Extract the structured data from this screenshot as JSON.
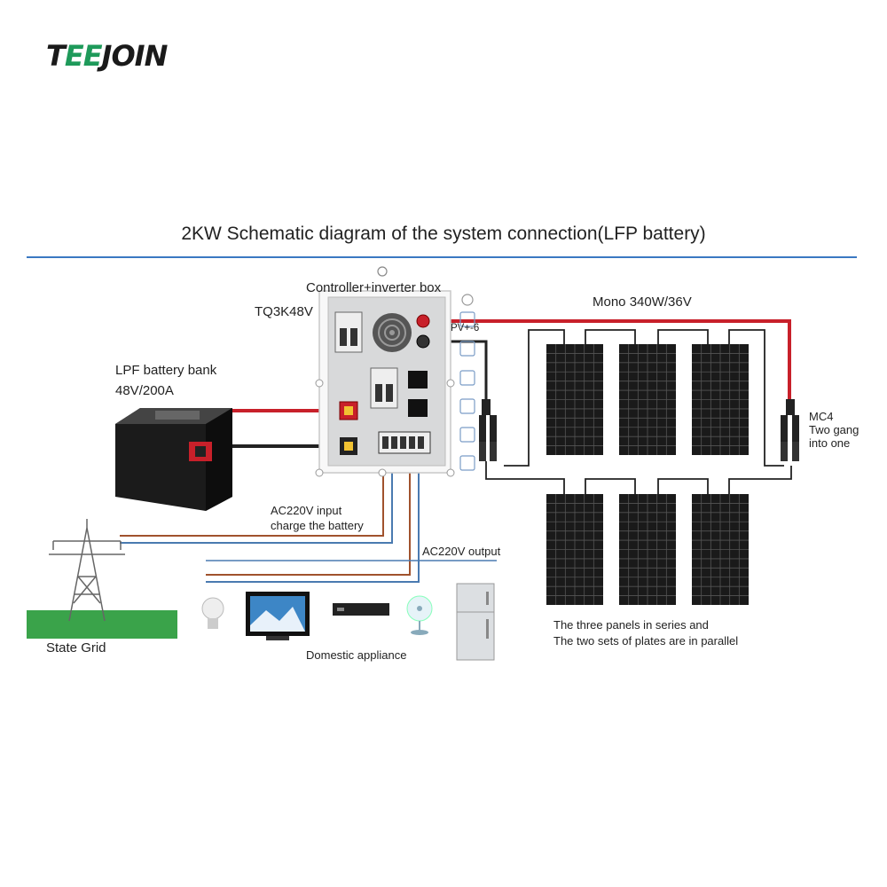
{
  "brand": {
    "part1": "T",
    "accent": "EE",
    "part2": "JOIN"
  },
  "title": "2KW Schematic diagram of the system connection(LFP battery)",
  "inverter": {
    "label": "Controller+inverter box",
    "model": "TQ3K48V",
    "pv_label": "PV+-6"
  },
  "battery": {
    "label": "LPF battery bank",
    "spec": "48V/200A"
  },
  "panels": {
    "label": "Mono 340W/36V",
    "rows": 2,
    "per_row": 3,
    "note_line1": "The three panels in series and",
    "note_line2": "The two sets of plates are in parallel"
  },
  "connector": {
    "line1": "MC4",
    "line2": "Two gang",
    "line3": "into one"
  },
  "ac_input": {
    "line1": "AC220V input",
    "line2": "charge the battery"
  },
  "ac_output": "AC220V output",
  "grid": {
    "label": "State Grid"
  },
  "appliances": {
    "label": "Domestic appliance",
    "items": [
      "bulb-icon",
      "tv-icon",
      "router-icon",
      "fan-icon",
      "fridge-icon"
    ]
  },
  "colors": {
    "dc_positive": "#c8202a",
    "dc_negative": "#222222",
    "ac_live": "#a0522d",
    "ac_neutral": "#4a7ab0",
    "panel_frame": "#1a1a1a",
    "brand_accent": "#1e9a5a",
    "title_rule": "#3a78c2"
  }
}
